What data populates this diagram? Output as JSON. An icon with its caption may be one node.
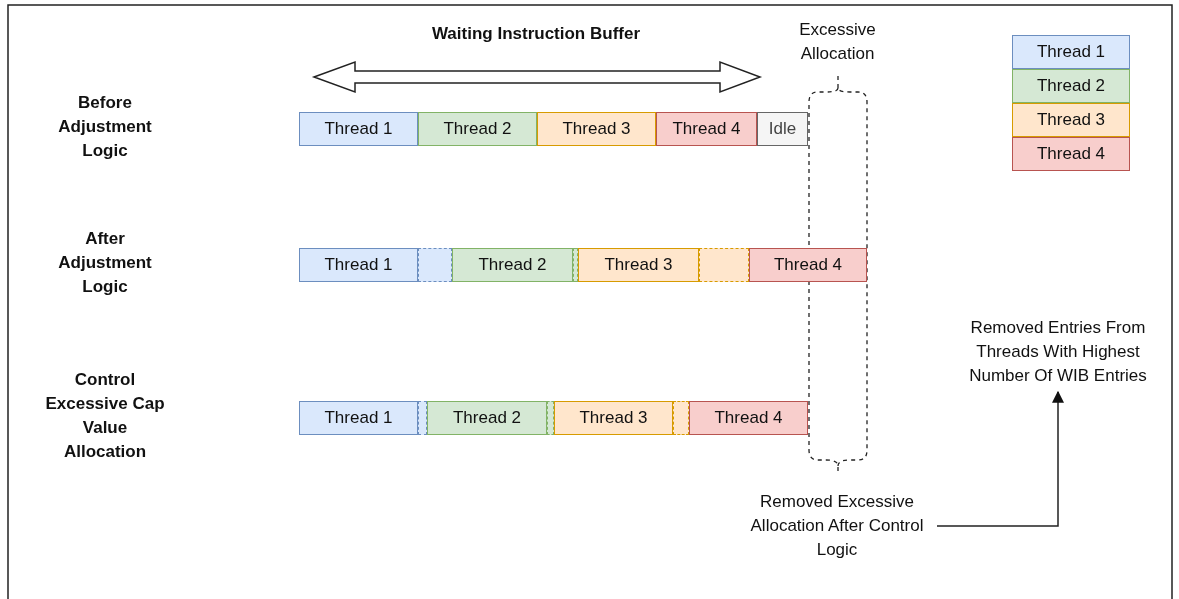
{
  "diagram": {
    "nodes": [
      {
        "text": [
          "Thread 1"
        ]
      },
      {
        "text": [
          "Thread 2"
        ]
      },
      {
        "text": [
          "Thread 3"
        ]
      },
      {
        "text": [
          "Thread 4"
        ]
      },
      {
        "text": [
          "Idle"
        ]
      },
      {
        "text": [
          "Thread 1"
        ]
      },
      {
        "text": [],
        "shape": "box"
      },
      {
        "text": [
          "Thread 2"
        ]
      },
      {
        "text": [],
        "shape": "box"
      },
      {
        "text": [
          "Thread 3"
        ]
      },
      {
        "text": [],
        "shape": "box"
      },
      {
        "text": [
          "Thread 4"
        ]
      },
      {
        "text": [
          "Thread 1"
        ]
      },
      {
        "text": [],
        "shape": "box"
      },
      {
        "text": [
          "Thread 2"
        ]
      },
      {
        "text": [],
        "shape": "box"
      },
      {
        "text": [
          "Thread 3"
        ]
      },
      {
        "text": [],
        "shape": "box"
      },
      {
        "text": [
          "Thread 4"
        ]
      },
      {
        "text": [
          "Removed Entries From Threads With Highest Number Of WIB Entries"
        ]
      },
      {
        "text": [
          "Removed Excessive Allocation After Control Logic"
        ]
      }
    ],
    "edges": [
      {
        "from": 20,
        "to": 19,
        "arrow": "to"
      }
    ],
    "labels": [
      "Waiting Instruction Buffer",
      "Excessive Allocation",
      "Before Adjustment Logic",
      "After Adjustment Logic",
      "Control Excessive Cap Value Allocation"
    ],
    "legend": [
      {
        "text": "Thread 1",
        "color": "#dae8fc"
      },
      {
        "text": "Thread 2",
        "color": "#d5e8d4"
      },
      {
        "text": "Thread 3",
        "color": "#ffe6cc"
      },
      {
        "text": "Thread 4",
        "color": "#f8cecc"
      }
    ]
  }
}
